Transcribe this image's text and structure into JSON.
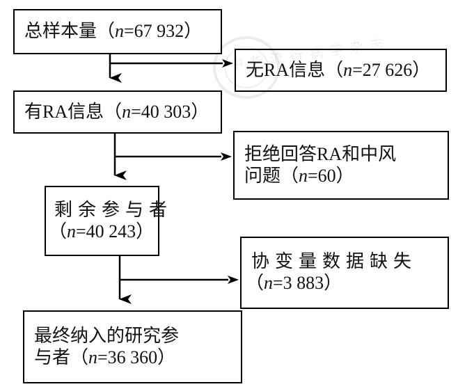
{
  "figure": {
    "type": "flowchart",
    "title": "",
    "orientation": "top-to-bottom with right-side exclusion branches",
    "watermark_text": "中华流行病学杂志"
  },
  "nodes": [
    {
      "id": "total-sample",
      "role": "inclusion",
      "lines": [
        "总样本量（",
        "n",
        "=67 932）"
      ],
      "line1_pre": "总样本量（",
      "line1_n": "n",
      "line1_post": "=67 932）",
      "label_plain": "总样本量（n=67 932）",
      "count": 67932
    },
    {
      "id": "no-ra-info",
      "role": "exclusion",
      "line1_pre": "无RA信息（",
      "line1_n": "n",
      "line1_post": "=27 626）",
      "label_plain": "无RA信息（n=27 626）",
      "count": 27626
    },
    {
      "id": "has-ra-info",
      "role": "inclusion",
      "line1_pre": "有RA信息（",
      "line1_n": "n",
      "line1_post": "=40 303）",
      "label_plain": "有RA信息（n=40 303）",
      "count": 40303
    },
    {
      "id": "refused-answer",
      "role": "exclusion",
      "line1": "拒绝回答RA和中风",
      "line2_pre": "问题（",
      "line2_n": "n",
      "line2_post": "=60）",
      "label_plain": "拒绝回答RA和中风问题（n=60）",
      "count": 60
    },
    {
      "id": "remaining-participants",
      "role": "inclusion",
      "line1": "剩余参与者",
      "line2_pre": "（",
      "line2_n": "n",
      "line2_post": "=40 243）",
      "label_plain": "剩余参与者（n=40 243）",
      "count": 40243
    },
    {
      "id": "missing-covariates",
      "role": "exclusion",
      "line1": "协变量数据缺失",
      "line2_pre": "（",
      "line2_n": "n",
      "line2_post": "=3 883）",
      "label_plain": "协变量数据缺失（n=3 883）",
      "count": 3883
    },
    {
      "id": "final-included",
      "role": "inclusion",
      "line1": "最终纳入的研究参",
      "line2_pre": "与者（",
      "line2_n": "n",
      "line2_post": "=36 360）",
      "label_plain": "最终纳入的研究参与者（n=36 360）",
      "count": 36360
    }
  ],
  "colors": {
    "stroke": "#000000",
    "background": "#ffffff",
    "text": "#111111"
  }
}
